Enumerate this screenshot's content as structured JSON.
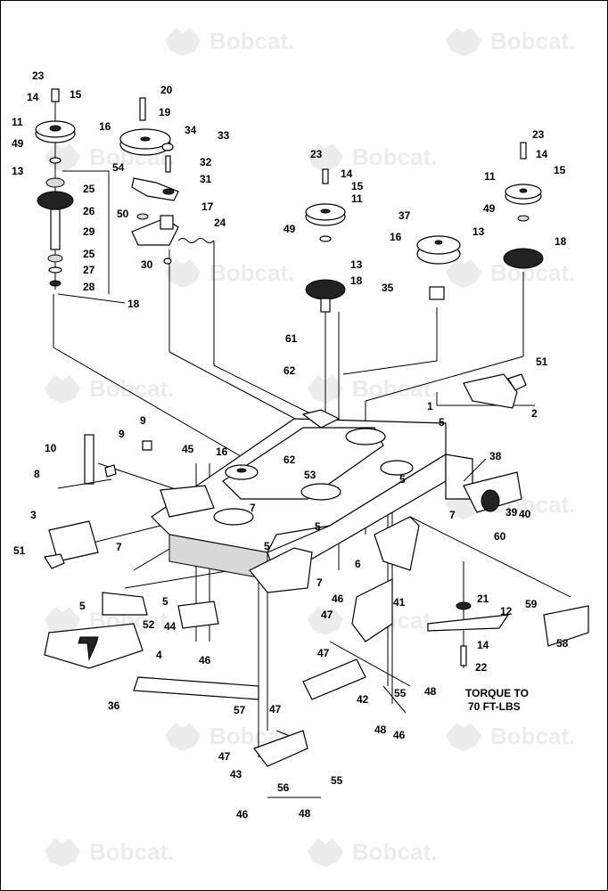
{
  "watermark": {
    "text": "Bobcat."
  },
  "torque_note": {
    "line1": "TORQUE TO",
    "line2": "70 FT-LBS"
  },
  "callouts": [
    "1",
    "2",
    "3",
    "4",
    "5",
    "6",
    "7",
    "8",
    "9",
    "10",
    "11",
    "12",
    "13",
    "14",
    "15",
    "16",
    "17",
    "18",
    "19",
    "20",
    "21",
    "22",
    "23",
    "24",
    "25",
    "26",
    "27",
    "28",
    "29",
    "30",
    "31",
    "32",
    "33",
    "34",
    "35",
    "36",
    "37",
    "38",
    "39",
    "40",
    "41",
    "42",
    "43",
    "44",
    "45",
    "46",
    "47",
    "48",
    "49",
    "50",
    "51",
    "52",
    "53",
    "54",
    "55",
    "56",
    "57",
    "58",
    "59",
    "60",
    "61",
    "62"
  ]
}
